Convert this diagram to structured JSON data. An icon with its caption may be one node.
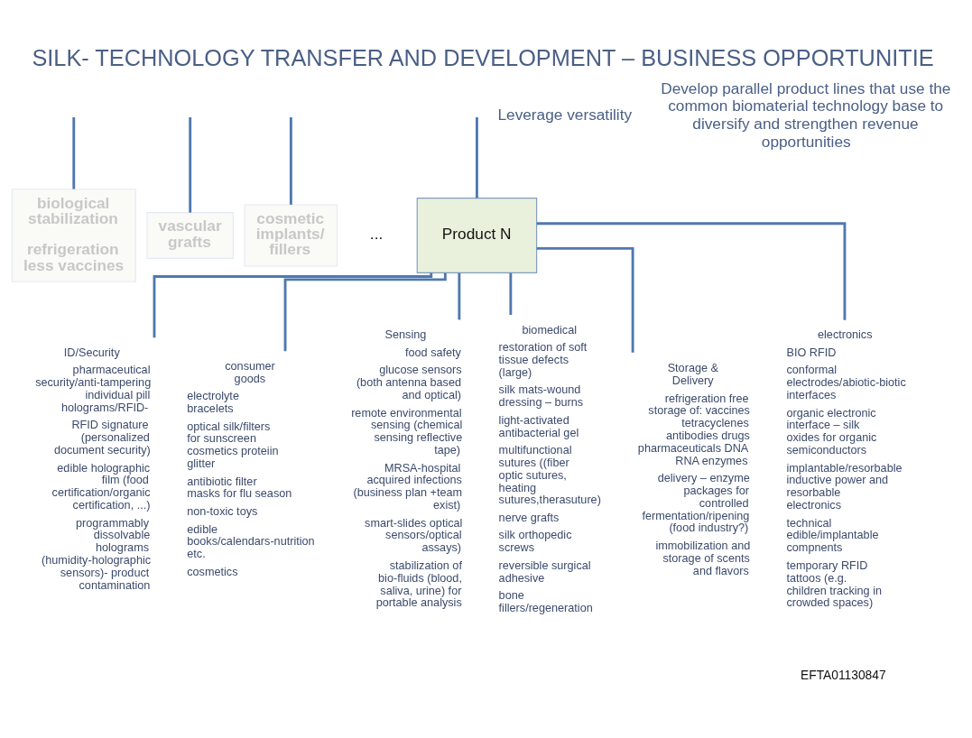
{
  "diagram": {
    "title": "SILK- TECHNOLOGY TRANSFER AND DEVELOPMENT – BUSINESS OPPORTUNITIE",
    "nodes": [
      {
        "text": [
          "biological stabilization",
          "refrigeration less vaccines"
        ]
      },
      {
        "text": [
          "vascular grafts"
        ]
      },
      {
        "text": [
          "cosmetic implants/ fillers"
        ]
      },
      {
        "text": [
          "Product N"
        ]
      },
      {
        "text": [
          "ID/Security"
        ],
        "beside": [
          "pharmaceutical security/anti-tampering individual pill holograms/RFID-",
          "RFID signature (personalized document security)",
          "edible holographic film (food certification/organic certification, ...)",
          "programmably dissolvable holograms (humidity-holographic sensors)- product contamination"
        ]
      },
      {
        "text": [
          "consumer goods"
        ],
        "beside": [
          "electrolyte bracelets",
          "optical silk/filters for sunscreen cosmetics proteiin glitter",
          "antibiotic filter masks for flu season",
          "non-toxic toys",
          "edible books/calendars-nutrition etc.",
          "cosmetics"
        ]
      },
      {
        "text": [
          "Sensing"
        ],
        "beside": [
          "food safety",
          "glucose sensors (both antenna based and optical)",
          "remote environmental sensing (chemical sensing reflective tape)",
          "MRSA-hospital acquired infections (business plan +team exist)",
          "smart-slides optical sensors/optical assays)",
          "stabilization of bio-fluids (blood, saliva, urine) for portable analysis"
        ]
      },
      {
        "text": [
          "biomedical"
        ],
        "beside": [
          "restoration of soft tissue defects (large)",
          "silk mats-wound dressing – burns",
          "light-activated antibacterial gel",
          "multifunctional sutures ((fiber optic sutures, heating sutures,therasuture)",
          "nerve grafts",
          "silk orthopedic screws",
          "reversible surgical adhesive",
          "bone fillers/regeneration"
        ]
      },
      {
        "text": [
          "Storage & Delivery"
        ],
        "beside": [
          "refrigeration free storage of: vaccines tetracyclenes antibodies drugs pharmaceuticals DNA RNA enzymes",
          "delivery – enzyme packages for controlled fermentation/ripening (food industry?)",
          "immobilization and storage of scents and flavors"
        ]
      },
      {
        "text": [
          "electronics"
        ],
        "beside": [
          "BIO RFID",
          "conformal electrodes/abiotic-biotic interfaces",
          "organic electronic interface – silk oxides for organic semiconductors",
          "implantable/resorbable inductive power and resorbable electronics",
          "technical edible/implantable compnents",
          "temporary RFID tattoos (e.g. children tracking in crowded spaces)"
        ]
      }
    ],
    "edges": [
      {
        "from": null,
        "to": 0,
        "arrow": "none"
      },
      {
        "from": null,
        "to": 1,
        "arrow": "none"
      },
      {
        "from": null,
        "to": 2,
        "arrow": "none"
      },
      {
        "from": null,
        "to": 3,
        "arrow": "none"
      },
      {
        "from": 3,
        "to": 4,
        "arrow": "none"
      },
      {
        "from": 3,
        "to": 5,
        "arrow": "none"
      },
      {
        "from": 3,
        "to": 6,
        "arrow": "none"
      },
      {
        "from": 3,
        "to": 7,
        "arrow": "none"
      },
      {
        "from": 3,
        "to": 8,
        "arrow": "none"
      },
      {
        "from": 3,
        "to": 9,
        "arrow": "none"
      }
    ],
    "labels": [
      "Leverage versatility",
      "Develop parallel product lines that use the common biomaterial technology base to diversify and strengthen revenue opportunities",
      "...",
      "EFTA01130847"
    ]
  }
}
